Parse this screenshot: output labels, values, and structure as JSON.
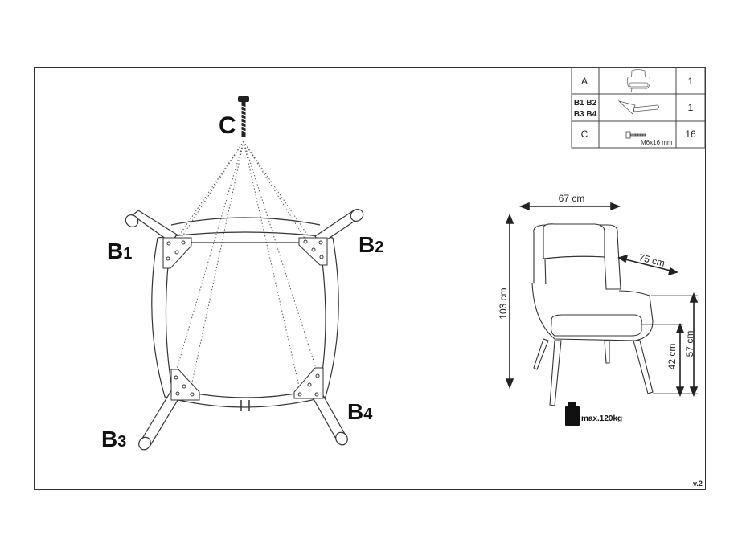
{
  "parts_table": {
    "rows": [
      {
        "code": "A",
        "quantity": "1",
        "icon": "armchair-icon"
      },
      {
        "code_line1": "B1 B2",
        "code_line2": "B3 B4",
        "quantity": "1",
        "icon": "leg-bracket-icon"
      },
      {
        "code": "C",
        "quantity": "16",
        "icon": "screw-icon",
        "note": "M6x16 mm"
      }
    ]
  },
  "assembly": {
    "screw_label": "C",
    "legs": [
      {
        "letter": "B",
        "num": "1"
      },
      {
        "letter": "B",
        "num": "2"
      },
      {
        "letter": "B",
        "num": "3"
      },
      {
        "letter": "B",
        "num": "4"
      }
    ]
  },
  "dimensions": {
    "width": "67 cm",
    "depth": "75 cm",
    "height": "103 cm",
    "armrest_height": "57 cm",
    "seat_height": "42 cm"
  },
  "max_load": "max.120kg",
  "version": "v.2",
  "colors": {
    "line": "#333333",
    "fill": "#ffffff",
    "weight": "#111111"
  }
}
